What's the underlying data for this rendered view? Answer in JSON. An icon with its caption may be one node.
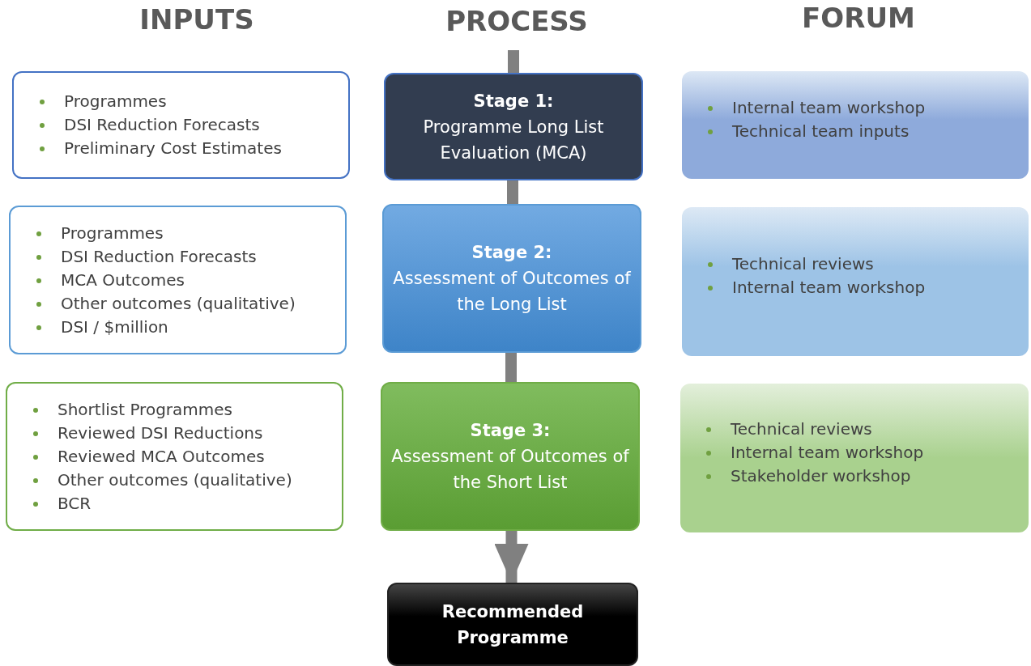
{
  "diagram": {
    "nodes": [
      {
        "text": [
          "Programmes",
          "DSI Reduction Forecasts",
          "Preliminary Cost Estimates"
        ]
      },
      {
        "text": [
          "Stage 1:",
          "Programme Long List Evaluation (MCA)"
        ]
      },
      {
        "text": [
          "Internal team workshop",
          "Technical team inputs"
        ]
      },
      {
        "text": [
          "Programmes",
          "DSI Reduction Forecasts",
          "MCA Outcomes",
          "Other outcomes (qualitative)",
          "DSI / $million"
        ]
      },
      {
        "text": [
          "Stage 2:",
          "Assessment of Outcomes of the Long List"
        ]
      },
      {
        "text": [
          "Technical reviews",
          "Internal team workshop"
        ]
      },
      {
        "text": [
          "Shortlist Programmes",
          "Reviewed DSI Reductions",
          "Reviewed MCA Outcomes",
          "Other outcomes (qualitative)",
          "BCR"
        ]
      },
      {
        "text": [
          "Stage 3:",
          "Assessment of Outcomes of the Short List"
        ]
      },
      {
        "text": [
          "Technical reviews",
          "Internal team workshop",
          "Stakeholder workshop"
        ]
      },
      {
        "text": [
          "Recommended Programme"
        ]
      }
    ],
    "edges": [
      {
        "from": null,
        "to": 1,
        "arrow": "none"
      },
      {
        "from": 1,
        "to": 4,
        "arrow": "none"
      },
      {
        "from": 4,
        "to": 7,
        "arrow": "none"
      },
      {
        "from": 7,
        "to": 9,
        "arrow": "to"
      }
    ],
    "labels": [
      "INPUTS",
      "PROCESS",
      "FORUM"
    ]
  }
}
